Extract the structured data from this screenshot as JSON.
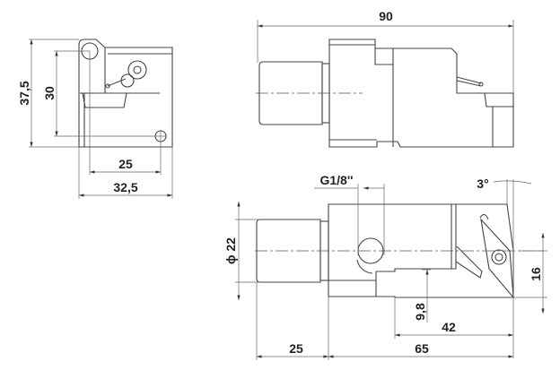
{
  "dimensions": {
    "side_height_total": "37,5",
    "side_hole_spacing_v": "30",
    "side_hole_spacing_h": "25",
    "side_width": "32,5",
    "top_length": "90",
    "thread": "G1/8''",
    "angle": "3°",
    "shank_diameter": "ϕ 22",
    "insert_height": "16",
    "step_height": "9,8",
    "head_length": "42",
    "shank_length": "25",
    "body_length": "65"
  }
}
